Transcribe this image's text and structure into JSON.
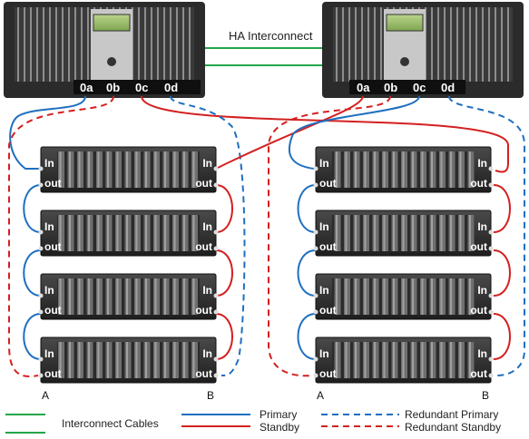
{
  "header": {
    "interconnect_label": "HA Interconnect"
  },
  "controller_ports": [
    "0a",
    "0b",
    "0c",
    "0d"
  ],
  "shelf_ports": {
    "in": "In",
    "out": "out"
  },
  "stack_labels": {
    "a": "A",
    "b": "B"
  },
  "legend": {
    "interconnect": "Interconnect Cables",
    "primary": "Primary",
    "standby": "Standby",
    "redundant_primary": "Redundant Primary",
    "redundant_standby": "Redundant Standby"
  },
  "colors": {
    "primary": "#1f6fbf",
    "standby": "#d42020",
    "interconnect": "#22a64a"
  }
}
